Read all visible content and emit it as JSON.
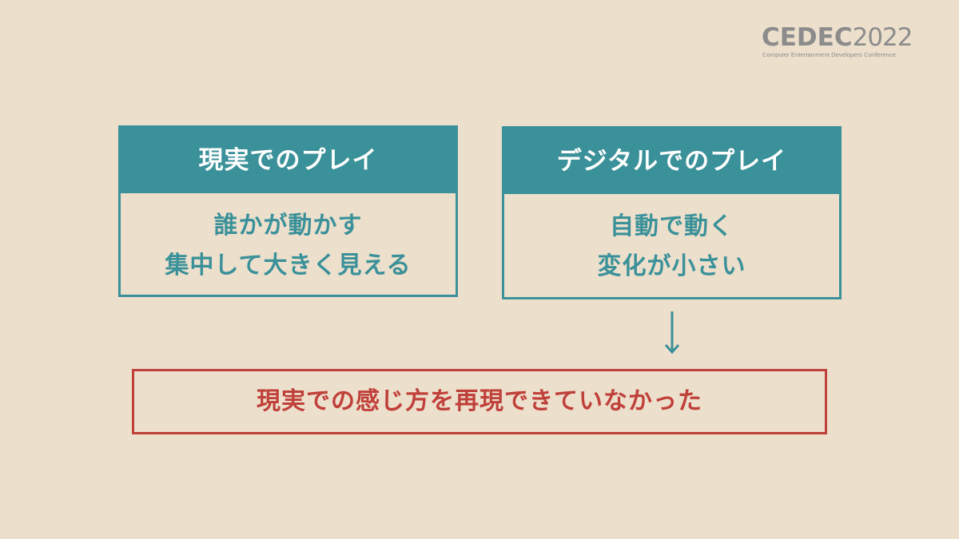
{
  "logo": {
    "brand": "CEDEC",
    "year": "2022",
    "subtitle": "Computer Entertainment Developers Conference"
  },
  "left_box": {
    "title": "現実でのプレイ",
    "lines": [
      "誰かが動かす",
      "集中して大きく見える"
    ]
  },
  "right_box": {
    "title": "デジタルでのプレイ",
    "lines": [
      "自動で動く",
      "変化が小さい"
    ]
  },
  "conclusion": "現実での感じ方を再現できていなかった",
  "colors": {
    "background": "#ecdfcc",
    "teal": "#3b9199",
    "red": "#c0403a",
    "logo_gray": "#8c8c8c"
  }
}
